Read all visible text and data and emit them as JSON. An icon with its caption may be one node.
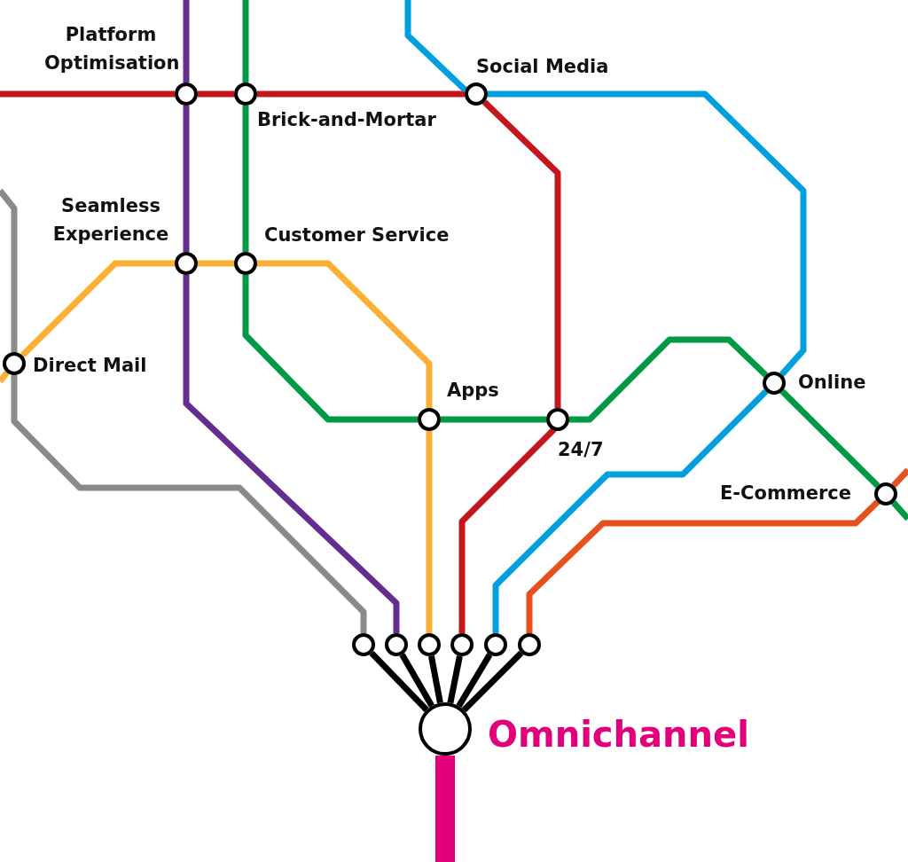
{
  "diagram": {
    "nodes": [
      {
        "text": [
          "Platform Optimisation"
        ]
      },
      {
        "text": [
          "Brick-and-Mortar"
        ]
      },
      {
        "text": [
          "Social Media"
        ]
      },
      {
        "text": [
          "Seamless Experience"
        ]
      },
      {
        "text": [
          "Customer Service"
        ]
      },
      {
        "text": [
          "Direct Mail"
        ]
      },
      {
        "text": [
          "Apps"
        ]
      },
      {
        "text": [
          "24/7"
        ]
      },
      {
        "text": [
          "Online"
        ]
      },
      {
        "text": [
          "E-Commerce"
        ]
      },
      {
        "text": [],
        "shape": "circle"
      },
      {
        "text": [],
        "shape": "circle"
      },
      {
        "text": [],
        "shape": "circle"
      },
      {
        "text": [],
        "shape": "circle"
      },
      {
        "text": [],
        "shape": "circle"
      },
      {
        "text": [],
        "shape": "circle"
      },
      {
        "text": [
          "Omnichannel"
        ]
      }
    ],
    "edges": [
      {
        "from": null,
        "to": 0,
        "arrow": "none",
        "color": "#c4161c"
      },
      {
        "from": 0,
        "to": 1,
        "arrow": "none",
        "color": "#c4161c"
      },
      {
        "from": 1,
        "to": 2,
        "arrow": "none",
        "color": "#c4161c"
      },
      {
        "from": 2,
        "to": 7,
        "arrow": "none",
        "color": "#c4161c"
      },
      {
        "from": 7,
        "to": 13,
        "arrow": "none",
        "color": "#c4161c"
      },
      {
        "from": null,
        "to": 0,
        "arrow": "none",
        "color": "#662d91"
      },
      {
        "from": 0,
        "to": 3,
        "arrow": "none",
        "color": "#662d91"
      },
      {
        "from": 3,
        "to": 11,
        "arrow": "none",
        "color": "#662d91"
      },
      {
        "from": null,
        "to": 1,
        "arrow": "none",
        "color": "#009a44"
      },
      {
        "from": 1,
        "to": 4,
        "arrow": "none",
        "color": "#009a44"
      },
      {
        "from": 4,
        "to": 6,
        "arrow": "none",
        "color": "#009a44"
      },
      {
        "from": 6,
        "to": 7,
        "arrow": "none",
        "color": "#009a44"
      },
      {
        "from": 7,
        "to": 8,
        "arrow": "none",
        "color": "#009a44"
      },
      {
        "from": 8,
        "to": 9,
        "arrow": "none",
        "color": "#009a44"
      },
      {
        "from": 9,
        "to": null,
        "arrow": "none",
        "color": "#009a44"
      },
      {
        "from": null,
        "to": 2,
        "arrow": "none",
        "color": "#00a0e0"
      },
      {
        "from": 2,
        "to": 8,
        "arrow": "none",
        "color": "#00a0e0"
      },
      {
        "from": 8,
        "to": 14,
        "arrow": "none",
        "color": "#00a0e0"
      },
      {
        "from": null,
        "to": 5,
        "arrow": "none",
        "color": "#fbb034"
      },
      {
        "from": 5,
        "to": 3,
        "arrow": "none",
        "color": "#fbb034"
      },
      {
        "from": 3,
        "to": 4,
        "arrow": "none",
        "color": "#fbb034"
      },
      {
        "from": 4,
        "to": 6,
        "arrow": "none",
        "color": "#fbb034"
      },
      {
        "from": 6,
        "to": 12,
        "arrow": "none",
        "color": "#fbb034"
      },
      {
        "from": null,
        "to": 5,
        "arrow": "none",
        "color": "#8a8a8a"
      },
      {
        "from": 5,
        "to": 10,
        "arrow": "none",
        "color": "#8a8a8a"
      },
      {
        "from": null,
        "to": 9,
        "arrow": "none",
        "color": "#e8501e"
      },
      {
        "from": 9,
        "to": 15,
        "arrow": "none",
        "color": "#e8501e"
      },
      {
        "from": 10,
        "to": 16,
        "arrow": "none",
        "color": "#000000"
      },
      {
        "from": 11,
        "to": 16,
        "arrow": "none",
        "color": "#000000"
      },
      {
        "from": 12,
        "to": 16,
        "arrow": "none",
        "color": "#000000"
      },
      {
        "from": 13,
        "to": 16,
        "arrow": "none",
        "color": "#000000"
      },
      {
        "from": 14,
        "to": 16,
        "arrow": "none",
        "color": "#000000"
      },
      {
        "from": 15,
        "to": 16,
        "arrow": "none",
        "color": "#000000"
      },
      {
        "from": 16,
        "to": null,
        "arrow": "none",
        "style": "thick",
        "color": "#e2007a"
      }
    ]
  }
}
